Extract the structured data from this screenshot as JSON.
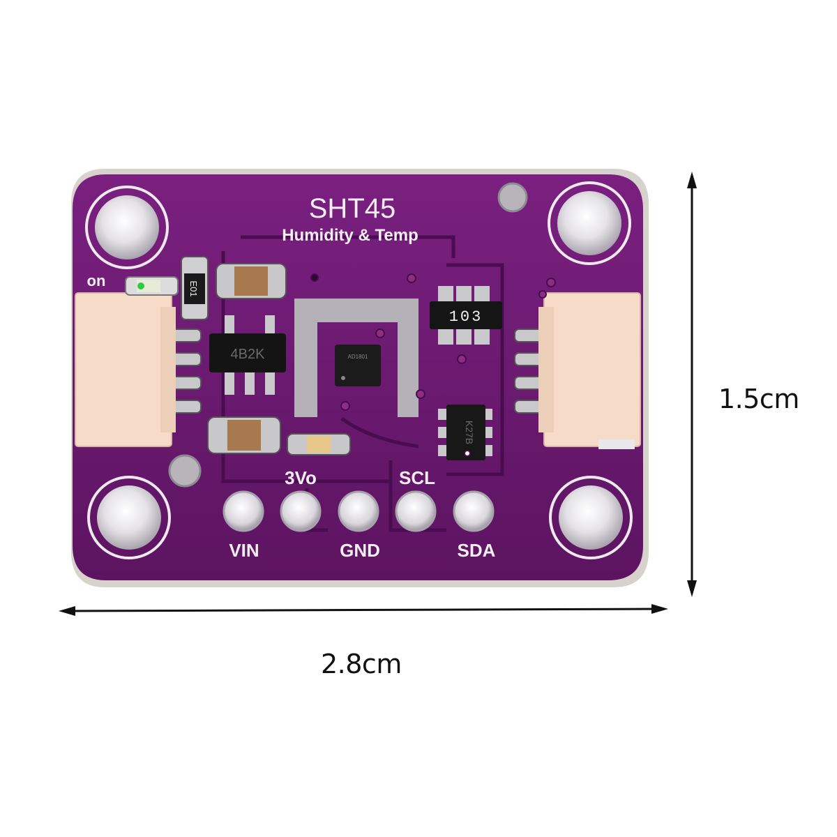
{
  "board": {
    "title": "SHT45",
    "subtitle": "Humidity & Temp",
    "led_label": "on",
    "resistor_array_marking": "103",
    "regulator_marking": "4B2K",
    "small_chip_marking": "K27B",
    "sensor_marking": "AD1801",
    "resistor_marking": "E01",
    "pins_top_labels": [
      "3Vo",
      "SCL"
    ],
    "pins_bottom_labels": [
      "VIN",
      "GND",
      "SDA"
    ],
    "colors": {
      "pcb": "#6a1a6e",
      "silkscreen": "#f4eef4",
      "connector": "#f6dcc8",
      "metal": "#c8c8cc"
    }
  },
  "dimensions": {
    "width_label": "2.8cm",
    "height_label": "1.5cm"
  }
}
